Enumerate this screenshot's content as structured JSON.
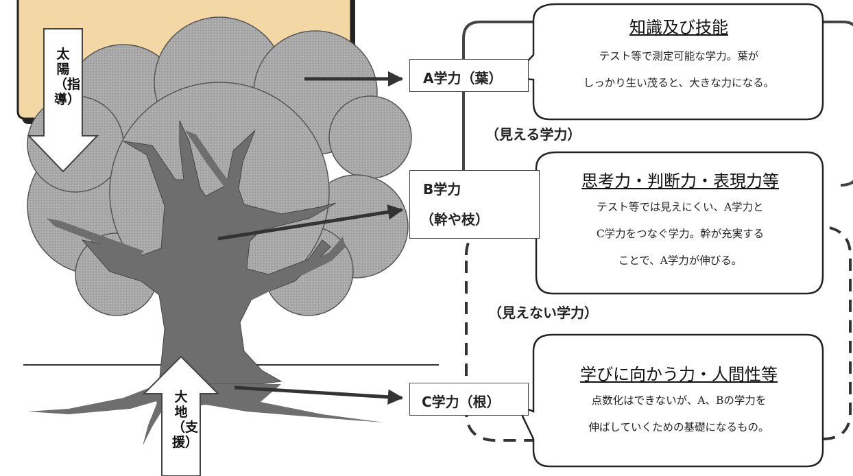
{
  "sun": {
    "text": "太陽（指導）"
  },
  "earth": {
    "text": "大地（支援）"
  },
  "label_a": {
    "text": "A学力（葉）"
  },
  "label_b": {
    "line1": "B学力",
    "line2": "（幹や枝）"
  },
  "label_c": {
    "text": "C学力（根）"
  },
  "visible_label": "（見える学力）",
  "invisible_label": "（見えない学力）",
  "bubble_a": {
    "title": "知識及び技能",
    "lines": [
      "テスト等で測定可能な学力。葉が",
      "しっかり生い茂ると、大きな力になる。"
    ]
  },
  "bubble_b": {
    "title": "思考力・判断力・表現力等",
    "lines": [
      "テスト等では見えにくい、A学力と",
      "C学力をつなぐ学力。幹が充実する",
      "ことで、A学力が伸びる。"
    ]
  },
  "bubble_c": {
    "title": "学びに向かう力・人間性等",
    "lines": [
      "点数化はできないが、A、Bの学力を",
      "伸ばしていくための基礎になるもの。"
    ]
  },
  "colors": {
    "canopy": "#aaaaaa",
    "trunk": "#6e6e6e",
    "tab": "#f3d8a6",
    "line": "#333333"
  }
}
